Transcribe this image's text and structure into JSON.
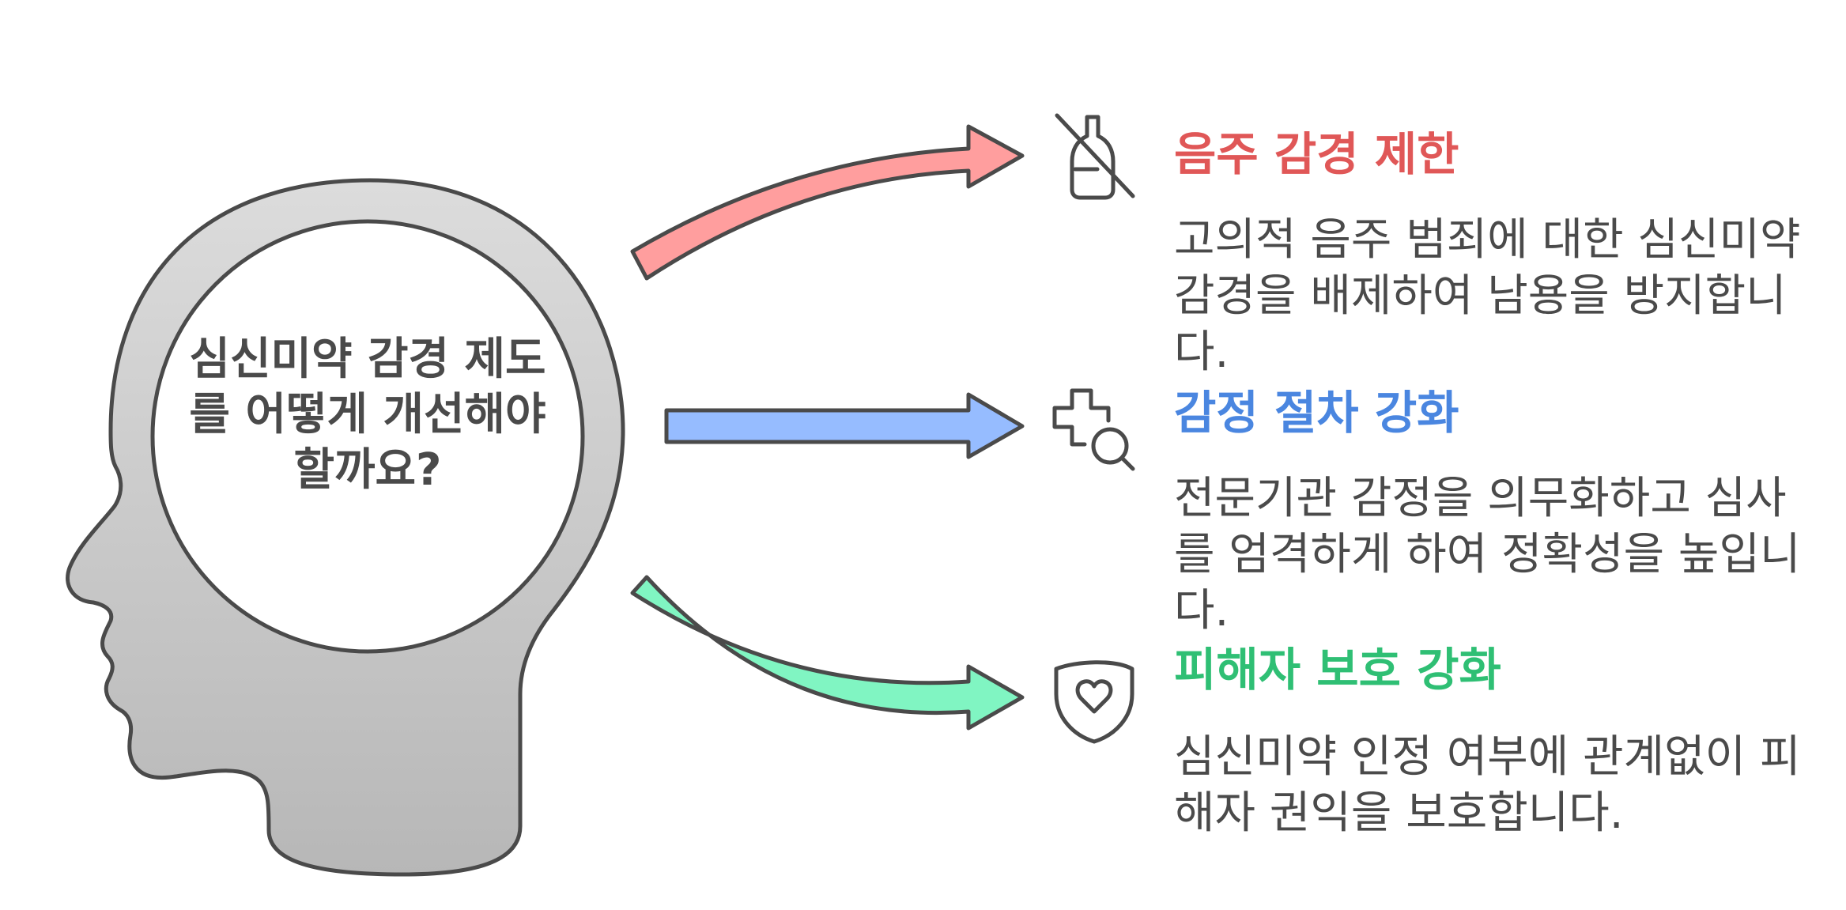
{
  "center": {
    "question": "심신미약 감경 제도를 어떻게 개선해야 할까요?"
  },
  "items": [
    {
      "title": "음주 감경 제한",
      "description": "고의적 음주 범죄에 대한 심신미약 감경을 배제하여 남용을 방지합니다.",
      "color": "#e05757",
      "arrow_color": "#ff9e9e",
      "icon": "no-alcohol-icon"
    },
    {
      "title": "감정 절차 강화",
      "description": "전문기관 감정을 의무화하고 심사를 엄격하게 하여 정확성을 높입니다.",
      "color": "#4a86e0",
      "arrow_color": "#96bcff",
      "icon": "medical-search-icon"
    },
    {
      "title": "피해자 보호 강화",
      "description": "심신미약 인정 여부에 관계없이 피해자 권익을 보호합니다.",
      "color": "#2fbf74",
      "arrow_color": "#80f5c2",
      "icon": "shield-heart-icon"
    }
  ]
}
